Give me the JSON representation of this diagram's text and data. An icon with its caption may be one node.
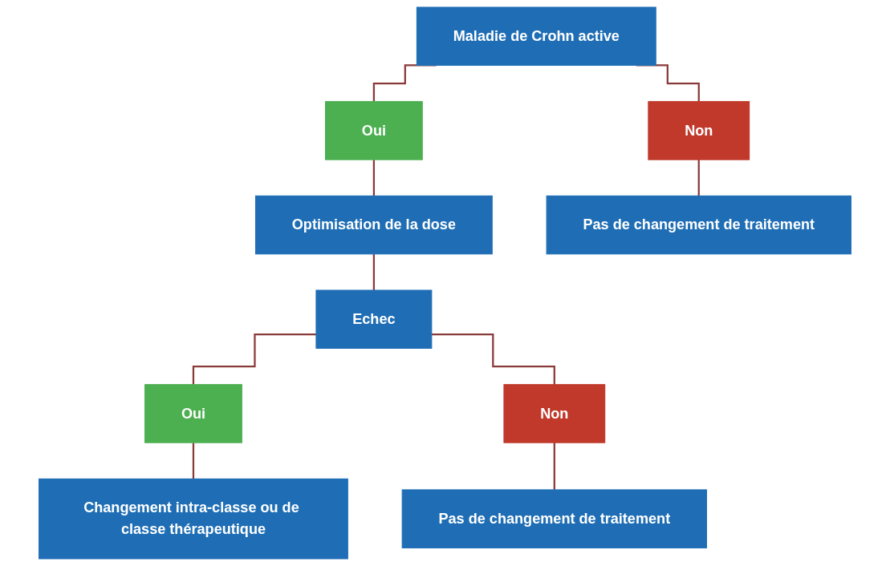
{
  "diagram": {
    "nodes": [
      {
        "text": [
          "Maladie de Crohn active"
        ]
      },
      {
        "text": [
          "Oui"
        ]
      },
      {
        "text": [
          "Non"
        ]
      },
      {
        "text": [
          "Optimisation de la dose"
        ]
      },
      {
        "text": [
          "Pas de changement de traitement"
        ]
      },
      {
        "text": [
          "Echec"
        ]
      },
      {
        "text": [
          "Oui"
        ]
      },
      {
        "text": [
          "Non"
        ]
      },
      {
        "text": [
          "Changement intra-classe ou de classe thérapeutique"
        ]
      },
      {
        "text": [
          "Pas de changement de traitement"
        ]
      }
    ],
    "edges": [
      {
        "from": 0,
        "to": 1,
        "arrow": "none"
      },
      {
        "from": 0,
        "to": 2,
        "arrow": "none"
      },
      {
        "from": 1,
        "to": 3,
        "arrow": "none"
      },
      {
        "from": 2,
        "to": 4,
        "arrow": "none"
      },
      {
        "from": 3,
        "to": 5,
        "arrow": "none"
      },
      {
        "from": 5,
        "to": 6,
        "arrow": "none"
      },
      {
        "from": 5,
        "to": 7,
        "arrow": "none"
      },
      {
        "from": 6,
        "to": 8,
        "arrow": "none"
      },
      {
        "from": 7,
        "to": 9,
        "arrow": "none"
      }
    ]
  }
}
